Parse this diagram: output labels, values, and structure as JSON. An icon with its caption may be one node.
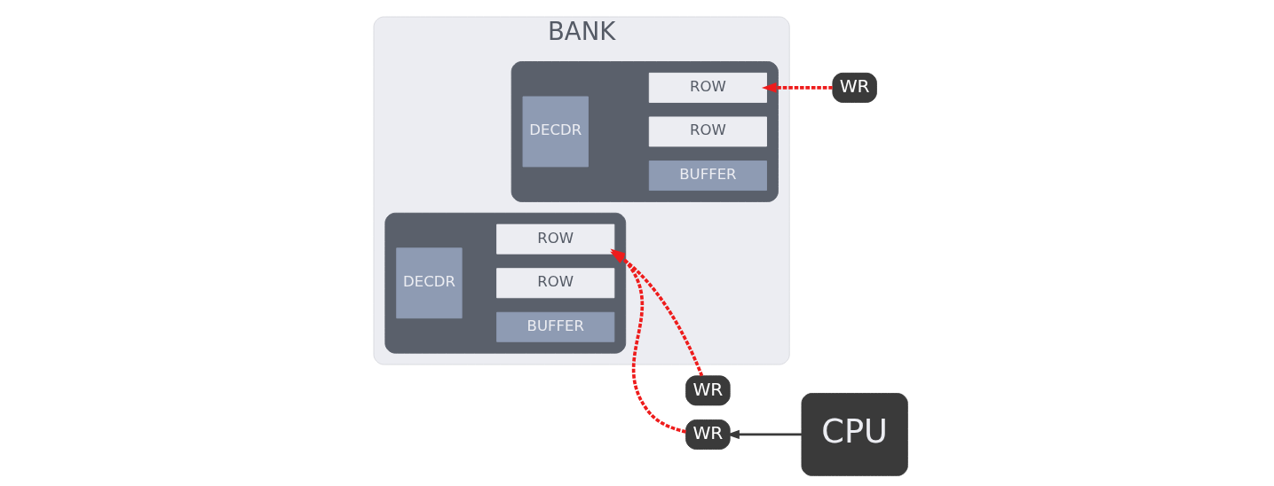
{
  "diagram": {
    "nodes": [
      {
        "text": [
          "BANK"
        ]
      },
      {
        "text": [],
        "shape": "box",
        "in": 0
      },
      {
        "text": [
          "DECDR"
        ],
        "in": 1
      },
      {
        "text": [
          "ROW"
        ],
        "in": 1
      },
      {
        "text": [
          "ROW"
        ],
        "in": 1
      },
      {
        "text": [
          "BUFFER"
        ],
        "in": 1
      },
      {
        "text": [],
        "shape": "box",
        "in": 0
      },
      {
        "text": [
          "DECDR"
        ],
        "in": 6
      },
      {
        "text": [
          "ROW"
        ],
        "in": 6
      },
      {
        "text": [
          "ROW"
        ],
        "in": 6
      },
      {
        "text": [
          "BUFFER"
        ],
        "in": 6
      },
      {
        "text": [
          "WR"
        ]
      },
      {
        "text": [
          "WR"
        ]
      },
      {
        "text": [
          "WR"
        ]
      },
      {
        "text": [
          "CPU"
        ]
      }
    ],
    "edges": [
      {
        "from": 14,
        "to": 13,
        "arrow": "to",
        "color": "#3a3a3a"
      },
      {
        "from": 11,
        "to": 3,
        "arrow": "to",
        "style": "dashed"
      },
      {
        "from": 13,
        "to": 3,
        "arrow": "to",
        "style": "dashed"
      },
      {
        "from": 12,
        "to": 8,
        "arrow": "to",
        "style": "dashed"
      }
    ]
  }
}
